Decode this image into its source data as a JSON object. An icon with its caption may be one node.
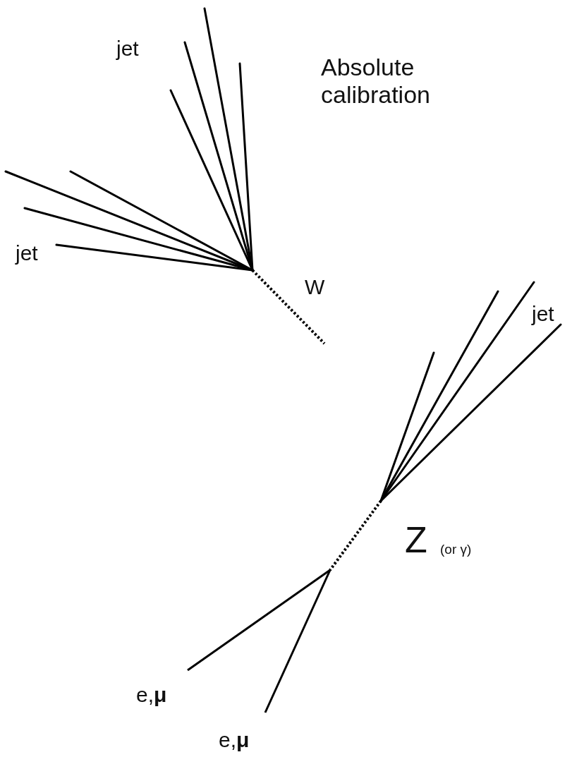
{
  "diagram": {
    "labels": [
      "jet",
      "Absolute calibration",
      "jet",
      "W",
      "jet",
      "Z",
      "(or γ)",
      "e,**μ**",
      "e,**μ**"
    ]
  }
}
